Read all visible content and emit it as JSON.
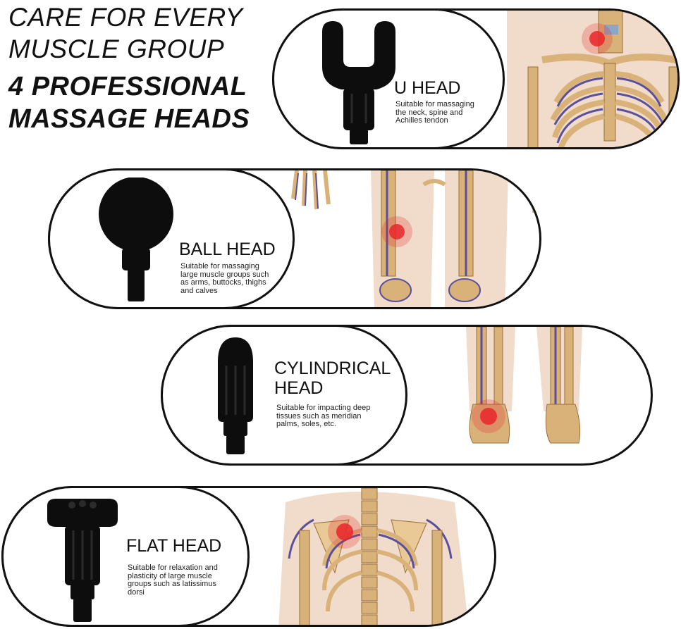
{
  "headline": {
    "line1": "CARE FOR EVERY",
    "line2": "MUSCLE GROUP",
    "line3": "4 PROFESSIONAL",
    "line4": "MASSAGE HEADS"
  },
  "heads": [
    {
      "name": "U HEAD",
      "desc": [
        "Suitable for massaging",
        "the neck, spine and",
        "Achilles tendon"
      ]
    },
    {
      "name": "BALL HEAD",
      "desc": [
        "Suitable for massaging",
        "large muscle groups such",
        "as arms, buttocks, thighs",
        "and calves"
      ]
    },
    {
      "name_lines": [
        "CYLINDRICAL",
        "HEAD"
      ],
      "desc": [
        "Suitable for impacting deep",
        "tissues such as meridian",
        "palms, soles, etc."
      ]
    },
    {
      "name": "FLAT HEAD",
      "desc": [
        "Suitable for relaxation and",
        "plasticity of large muscle",
        "groups such as latissimus",
        "dorsi"
      ]
    }
  ],
  "colors": {
    "bone": "#d9b27a",
    "bone_dark": "#9a6e3a",
    "nerve": "#5a4f9a",
    "skin": "#f1dccb",
    "pain": "#e8262a",
    "tool": "#0d0d0d"
  }
}
